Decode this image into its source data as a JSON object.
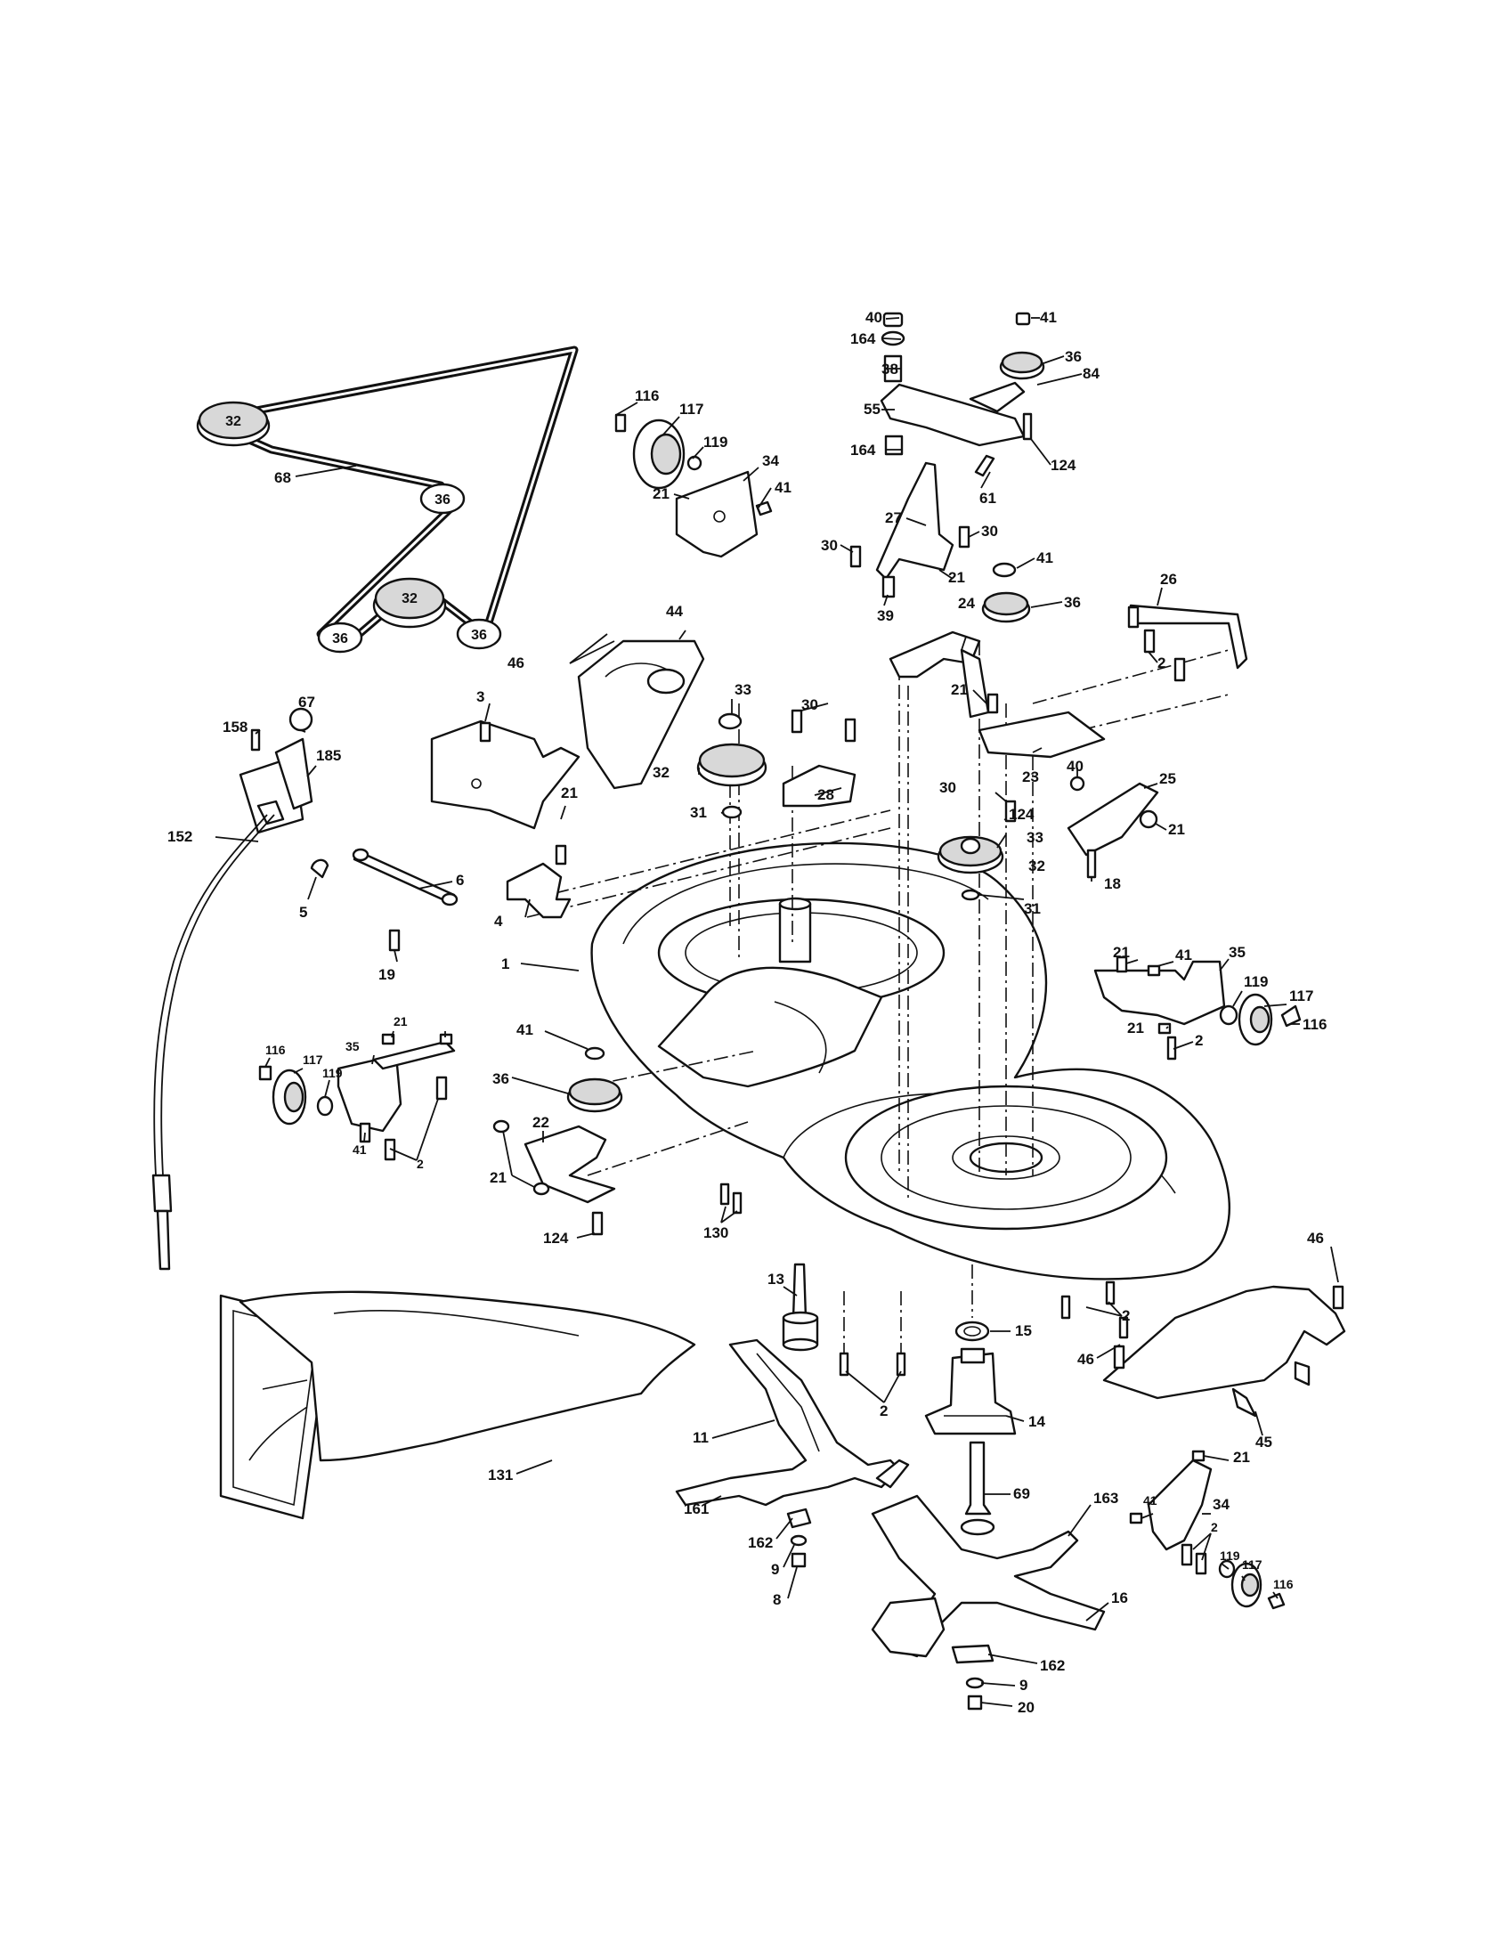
{
  "belt_labels": {
    "p32a": "32",
    "p36a": "36",
    "p32b": "32",
    "p36b": "36",
    "p36c": "36"
  },
  "callouts": {
    "c68": "68",
    "c116a": "116",
    "c117a": "117",
    "c119a": "119",
    "c34a": "34",
    "c21a": "21",
    "c41a": "41",
    "c40": "40",
    "c164a": "164",
    "c38": "38",
    "c55": "55",
    "c164b": "164",
    "c41b": "41",
    "c36a": "36",
    "c84": "84",
    "c124a": "124",
    "c61": "61",
    "c27": "27",
    "c30a": "30",
    "c30b": "30",
    "c39": "39",
    "c21b": "21",
    "c41c": "41",
    "c36b": "36",
    "c24": "24",
    "c26": "26",
    "c2a": "2",
    "c21c": "21",
    "c23": "23",
    "c30c": "30",
    "c124b": "124",
    "c40b": "40",
    "c25": "25",
    "c21d": "21",
    "c18": "18",
    "c46a": "46",
    "c44": "44",
    "c33a": "33",
    "c30d": "30",
    "c32a": "32",
    "c28": "28",
    "c31a": "31",
    "c33b": "33",
    "c32b": "32",
    "c31b": "31",
    "c67": "67",
    "c158": "158",
    "c185": "185",
    "c3": "3",
    "c152": "152",
    "c21e": "21",
    "c6": "6",
    "c5": "5",
    "c4": "4",
    "c19": "19",
    "c1": "1",
    "c21f": "21",
    "c41d": "41",
    "c35a": "35",
    "c119b": "119",
    "c117b": "117",
    "c21g": "21",
    "c116b": "116",
    "c2b": "2",
    "c116c": "116",
    "c117c": "117",
    "c35b": "35",
    "c21h": "21",
    "c119c": "119",
    "c41e": "41",
    "c2c": "2",
    "c41f": "41",
    "c36c": "36",
    "c22": "22",
    "c21i": "21",
    "c124c": "124",
    "c130": "130",
    "c46b": "46",
    "c2d": "2",
    "c46c": "46",
    "c45": "45",
    "c13": "13",
    "c15": "15",
    "c2e": "2",
    "c14": "14",
    "c11": "11",
    "c131": "131",
    "c69": "69",
    "c161": "161",
    "c162a": "162",
    "c9a": "9",
    "c8": "8",
    "c163": "163",
    "c16": "16",
    "c162b": "162",
    "c9b": "9",
    "c20": "20",
    "c21j": "21",
    "c41g": "41",
    "c34b": "34",
    "c2f": "2",
    "c119d": "119",
    "c117d": "117",
    "c116d": "116"
  }
}
